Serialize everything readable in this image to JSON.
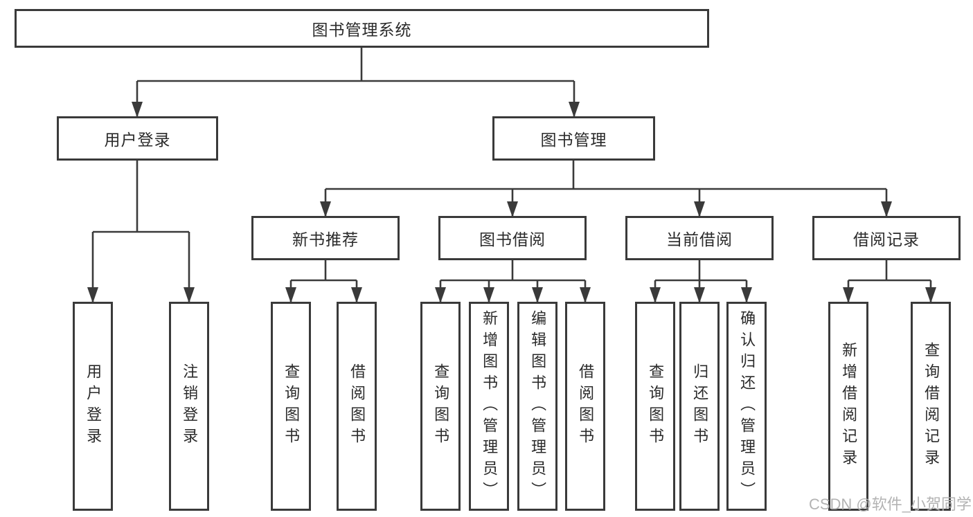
{
  "nodes": {
    "root": "图书管理系统",
    "level2": [
      "用户登录",
      "图书管理"
    ],
    "level3": [
      "新书推荐",
      "图书借阅",
      "当前借阅",
      "借阅记录"
    ],
    "leaves": {
      "user_login": [
        "用户登录",
        "注销登录"
      ],
      "new_book": [
        "查询图书",
        "借阅图书"
      ],
      "book_borrow": [
        "查询图书",
        "新增图书（管理员）",
        "编辑图书（管理员）",
        "借阅图书"
      ],
      "current_borrow": [
        "查询图书",
        "归还图书",
        "确认归还（管理员）"
      ],
      "borrow_records": [
        "新增借阅记录",
        "查询借阅记录"
      ]
    }
  },
  "watermark": "CSDN @软件_小贺同学",
  "colors": {
    "line": "#3a3a3a",
    "text": "#2a2a2a",
    "watermark": "#b3b3b3",
    "background": "#ffffff"
  }
}
